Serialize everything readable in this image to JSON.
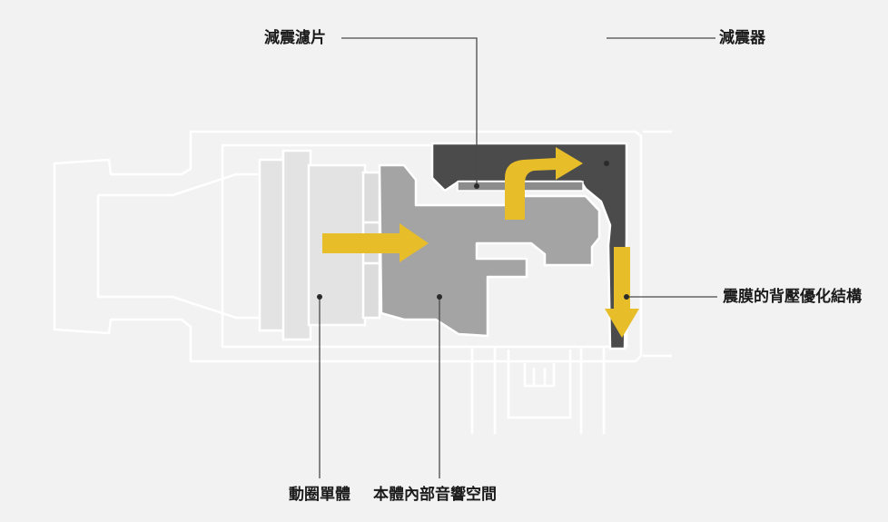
{
  "labels": {
    "damping_filter": "減震濾片",
    "damper": "減震器",
    "diaphragm_back_pressure": "震膜的背壓優化結構",
    "dynamic_driver": "動圈單體",
    "internal_acoustic_space": "本體內部音響空間"
  },
  "colors": {
    "background": "#f2f2f2",
    "outline": "#ffffff",
    "driver": "#e3e3e3",
    "body": "#a4a4a4",
    "damper": "#4b4b4b",
    "arrow": "#e8bd2a",
    "leader": "#4a4a4a"
  }
}
